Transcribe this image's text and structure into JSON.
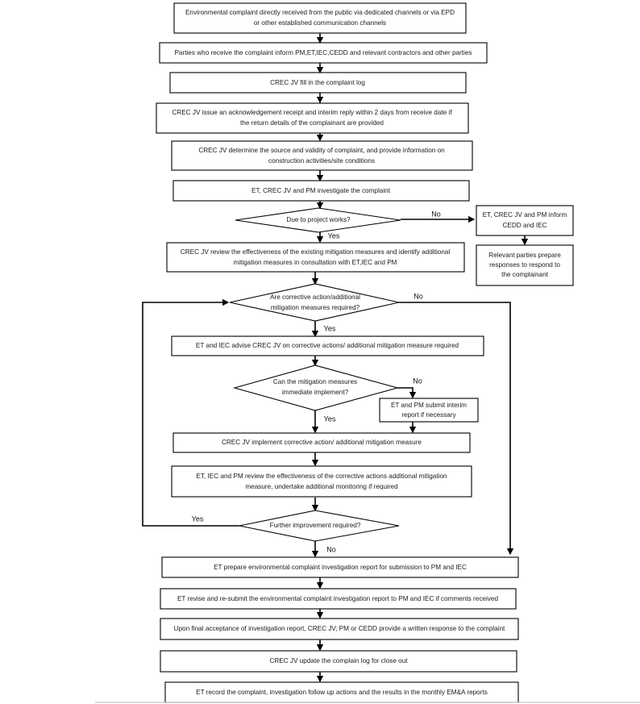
{
  "diagram": {
    "title": "Environmental Complaint Handling Procedure Flowchart",
    "orientation": "top-to-bottom",
    "background_color": "#ffffff",
    "line_color": "#000000",
    "text_color": "#1a1a1a"
  },
  "nodes": {
    "n1": {
      "shape": "process",
      "lines": [
        "Environmental complaint directly received from the public via dedicated channels or via EPD",
        "or other established communication channels"
      ]
    },
    "n2": {
      "shape": "process",
      "lines": [
        "Parties who receive the complaint inform PM,ET,IEC,CEDD and relevant contractors and other parties"
      ]
    },
    "n3": {
      "shape": "process",
      "lines": [
        "CREC JV fill in the complaint log"
      ]
    },
    "n4": {
      "shape": "process",
      "lines": [
        "CREC JV issue an acknowledgement receipt and interim reply within 2 days from receive date if",
        "the return details of the complainant are provided"
      ]
    },
    "n5": {
      "shape": "process",
      "lines": [
        "CREC JV determine the source and validity of complaint, and provide information on",
        "construction activities/site conditions"
      ]
    },
    "n6": {
      "shape": "process",
      "lines": [
        "ET, CREC JV and PM investigate the complaint"
      ]
    },
    "d1": {
      "shape": "decision",
      "lines": [
        "Due to project works?"
      ]
    },
    "r1": {
      "shape": "process",
      "lines": [
        "ET, CREC JV and PM inform",
        "CEDD and IEC"
      ]
    },
    "r2": {
      "shape": "process",
      "lines": [
        "Relevant parties prepare",
        "responses to respond to",
        "the complainant"
      ]
    },
    "n7": {
      "shape": "process",
      "lines": [
        "CREC JV review the effectiveness of the existing mitigation measures and identify additional",
        "mitigation measures in consultation with ET,IEC and PM"
      ]
    },
    "d2": {
      "shape": "decision",
      "lines": [
        "Are corrective action/additional",
        "mitigation measures required?"
      ]
    },
    "n8": {
      "shape": "process",
      "lines": [
        "ET and IEC advise CREC JV on corrective actions/ additional mitigation measure required"
      ]
    },
    "d3": {
      "shape": "decision",
      "lines": [
        "Can the mitigation measures",
        "immediate implement?"
      ]
    },
    "r3": {
      "shape": "process",
      "lines": [
        "ET and PM submit interim",
        "report if necessary"
      ]
    },
    "n9": {
      "shape": "process",
      "lines": [
        "CREC JV implement corrective action/ additional mitigation measure"
      ]
    },
    "n10": {
      "shape": "process",
      "lines": [
        "ET, IEC and PM review the effectiveness of the corrective actions additional mitigation",
        "measure, undertake additional monitoring if required"
      ]
    },
    "d4": {
      "shape": "decision",
      "lines": [
        "Further improvement required?"
      ]
    },
    "n11": {
      "shape": "process",
      "lines": [
        "ET prepare environmental complaint investigation report for submission to PM and IEC"
      ]
    },
    "n12": {
      "shape": "process",
      "lines": [
        "ET revise and re-submit the environmental complaint investigation report to PM and IEC if comments received"
      ]
    },
    "n13": {
      "shape": "process",
      "lines": [
        "Upon final acceptance of investigation report, CREC JV, PM or CEDD provide a written response to the complaint"
      ]
    },
    "n14": {
      "shape": "process",
      "lines": [
        "CREC JV update the complain log for close out"
      ]
    },
    "n15": {
      "shape": "process",
      "lines": [
        "ET record the complaint, investigation follow up actions and the results in the monthly EM&A reports"
      ]
    }
  },
  "edge_labels": {
    "d1_no": "No",
    "d1_yes": "Yes",
    "d2_no": "No",
    "d2_yes": "Yes",
    "d3_no": "No",
    "d3_yes": "Yes",
    "d4_yes": "Yes",
    "d4_no": "No"
  }
}
